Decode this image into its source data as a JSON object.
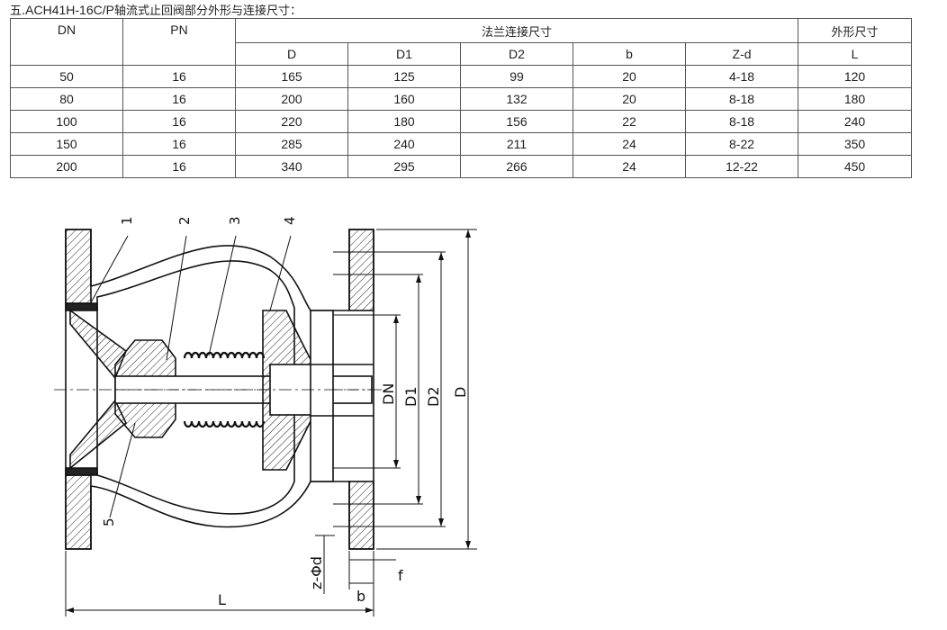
{
  "caption": {
    "prefix": "五.",
    "model": "ACH41H-16C/P",
    "title": "轴流式止回阀部分外形与连接尺寸："
  },
  "table": {
    "header": {
      "dn": "DN",
      "pn": "PN",
      "flange_group": "法兰连接尺寸",
      "outline_group": "外形尺寸",
      "cols": [
        "D",
        "D1",
        "D2",
        "b",
        "Z-d",
        "L"
      ]
    },
    "rows": [
      {
        "dn": "50",
        "pn": "16",
        "D": "165",
        "D1": "125",
        "D2": "99",
        "b": "20",
        "Zd": "4-18",
        "L": "120"
      },
      {
        "dn": "80",
        "pn": "16",
        "D": "200",
        "D1": "160",
        "D2": "132",
        "b": "20",
        "Zd": "8-18",
        "L": "180"
      },
      {
        "dn": "100",
        "pn": "16",
        "D": "220",
        "D1": "180",
        "D2": "156",
        "b": "22",
        "Zd": "8-18",
        "L": "240"
      },
      {
        "dn": "150",
        "pn": "16",
        "D": "285",
        "D1": "240",
        "D2": "211",
        "b": "24",
        "Zd": "8-22",
        "L": "350"
      },
      {
        "dn": "200",
        "pn": "16",
        "D": "340",
        "D1": "295",
        "D2": "266",
        "b": "24",
        "Zd": "12-22",
        "L": "450"
      }
    ]
  },
  "drawing": {
    "callouts": [
      "1",
      "2",
      "3",
      "4",
      "5"
    ],
    "dims": {
      "DN": "DN",
      "D1": "D1",
      "D2": "D2",
      "D": "D",
      "L": "L",
      "b": "b",
      "f": "f",
      "Zd": "z-Φd"
    }
  }
}
